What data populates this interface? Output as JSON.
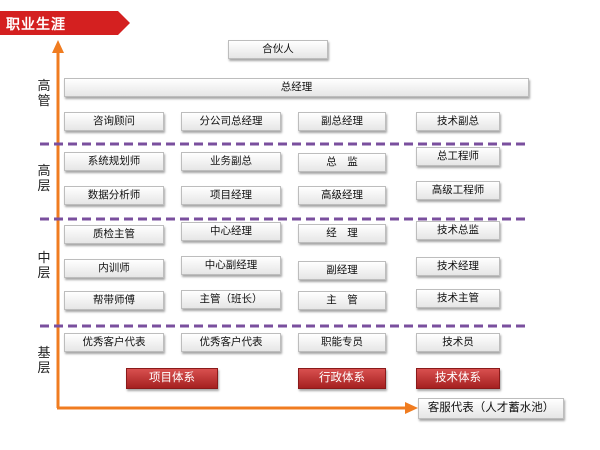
{
  "header": {
    "title": "职业生涯",
    "color": "#d42020"
  },
  "accent": {
    "axis_color": "#f07c20",
    "divider_color": "#7a4f9e",
    "system_color": "#b62525"
  },
  "tiers": {
    "senior": "高管",
    "upper": "高层",
    "middle": "中层",
    "base": "基层"
  },
  "roles": {
    "partner": "合伙人",
    "general_manager": "总经理",
    "advisor": "咨询顾问",
    "branch_gm": "分公司总经理",
    "deputy_gm": "副总经理",
    "tech_vp": "技术副总",
    "sys_planner": "系统规划师",
    "business_vp": "业务副总",
    "director": "总　监",
    "chief_engineer": "总工程师",
    "data_analyst": "数据分析师",
    "project_manager": "项目经理",
    "senior_manager": "高级经理",
    "senior_engineer": "高级工程师",
    "qc_lead": "质检主管",
    "center_manager": "中心经理",
    "manager": "经　理",
    "tech_director": "技术总监",
    "trainer": "内训师",
    "center_deputy": "中心副经理",
    "deputy_manager": "副经理",
    "tech_manager": "技术经理",
    "mentor": "帮带师傅",
    "supervisor_team": "主管（班长）",
    "supervisor": "主　管",
    "tech_supervisor": "技术主管",
    "excellent_rep_1": "优秀客户代表",
    "excellent_rep_2": "优秀客户代表",
    "specialist": "职能专员",
    "technician": "技术员"
  },
  "systems": {
    "project": "项目体系",
    "admin": "行政体系",
    "tech": "技术体系"
  },
  "base": {
    "rep": "客服代表（人才蓄水池）"
  }
}
